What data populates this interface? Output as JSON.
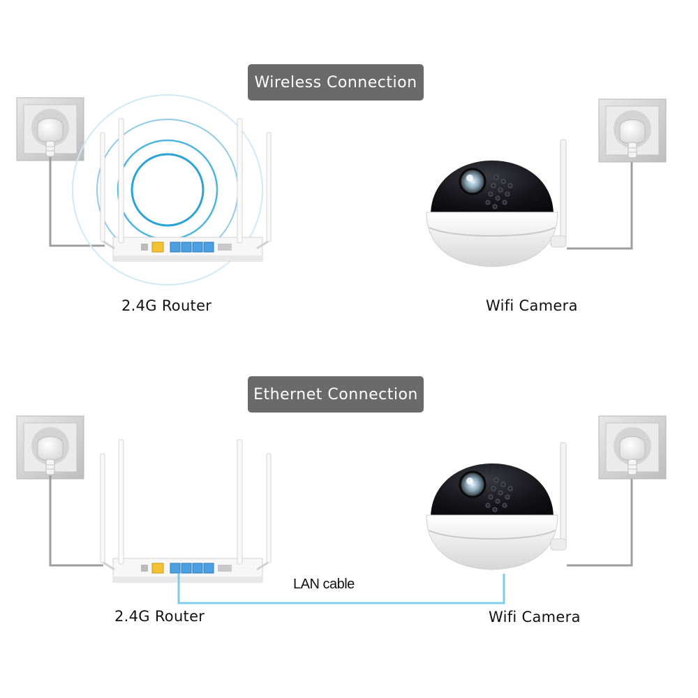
{
  "wireless": {
    "title": "Wireless Connection",
    "router_label": "2.4G Router",
    "camera_label": "Wifi Camera"
  },
  "ethernet": {
    "title": "Ethernet Connection",
    "router_label": "2.4G Router",
    "camera_label": "Wifi Camera",
    "cable_label": "LAN cable"
  },
  "colors": {
    "badge": "#6a6a6a",
    "wifi_signal": "#2aa3d6",
    "lan_cable": "#7ecbe6",
    "port_blue": "#4aa0e0",
    "port_yellow": "#f3c233",
    "outlet_frame": "#cfcfcf",
    "dome": "#1a1a1e"
  },
  "icons": [
    "wall-outlet-icon",
    "router-icon",
    "wifi-signal-icon",
    "dome-camera-icon"
  ]
}
